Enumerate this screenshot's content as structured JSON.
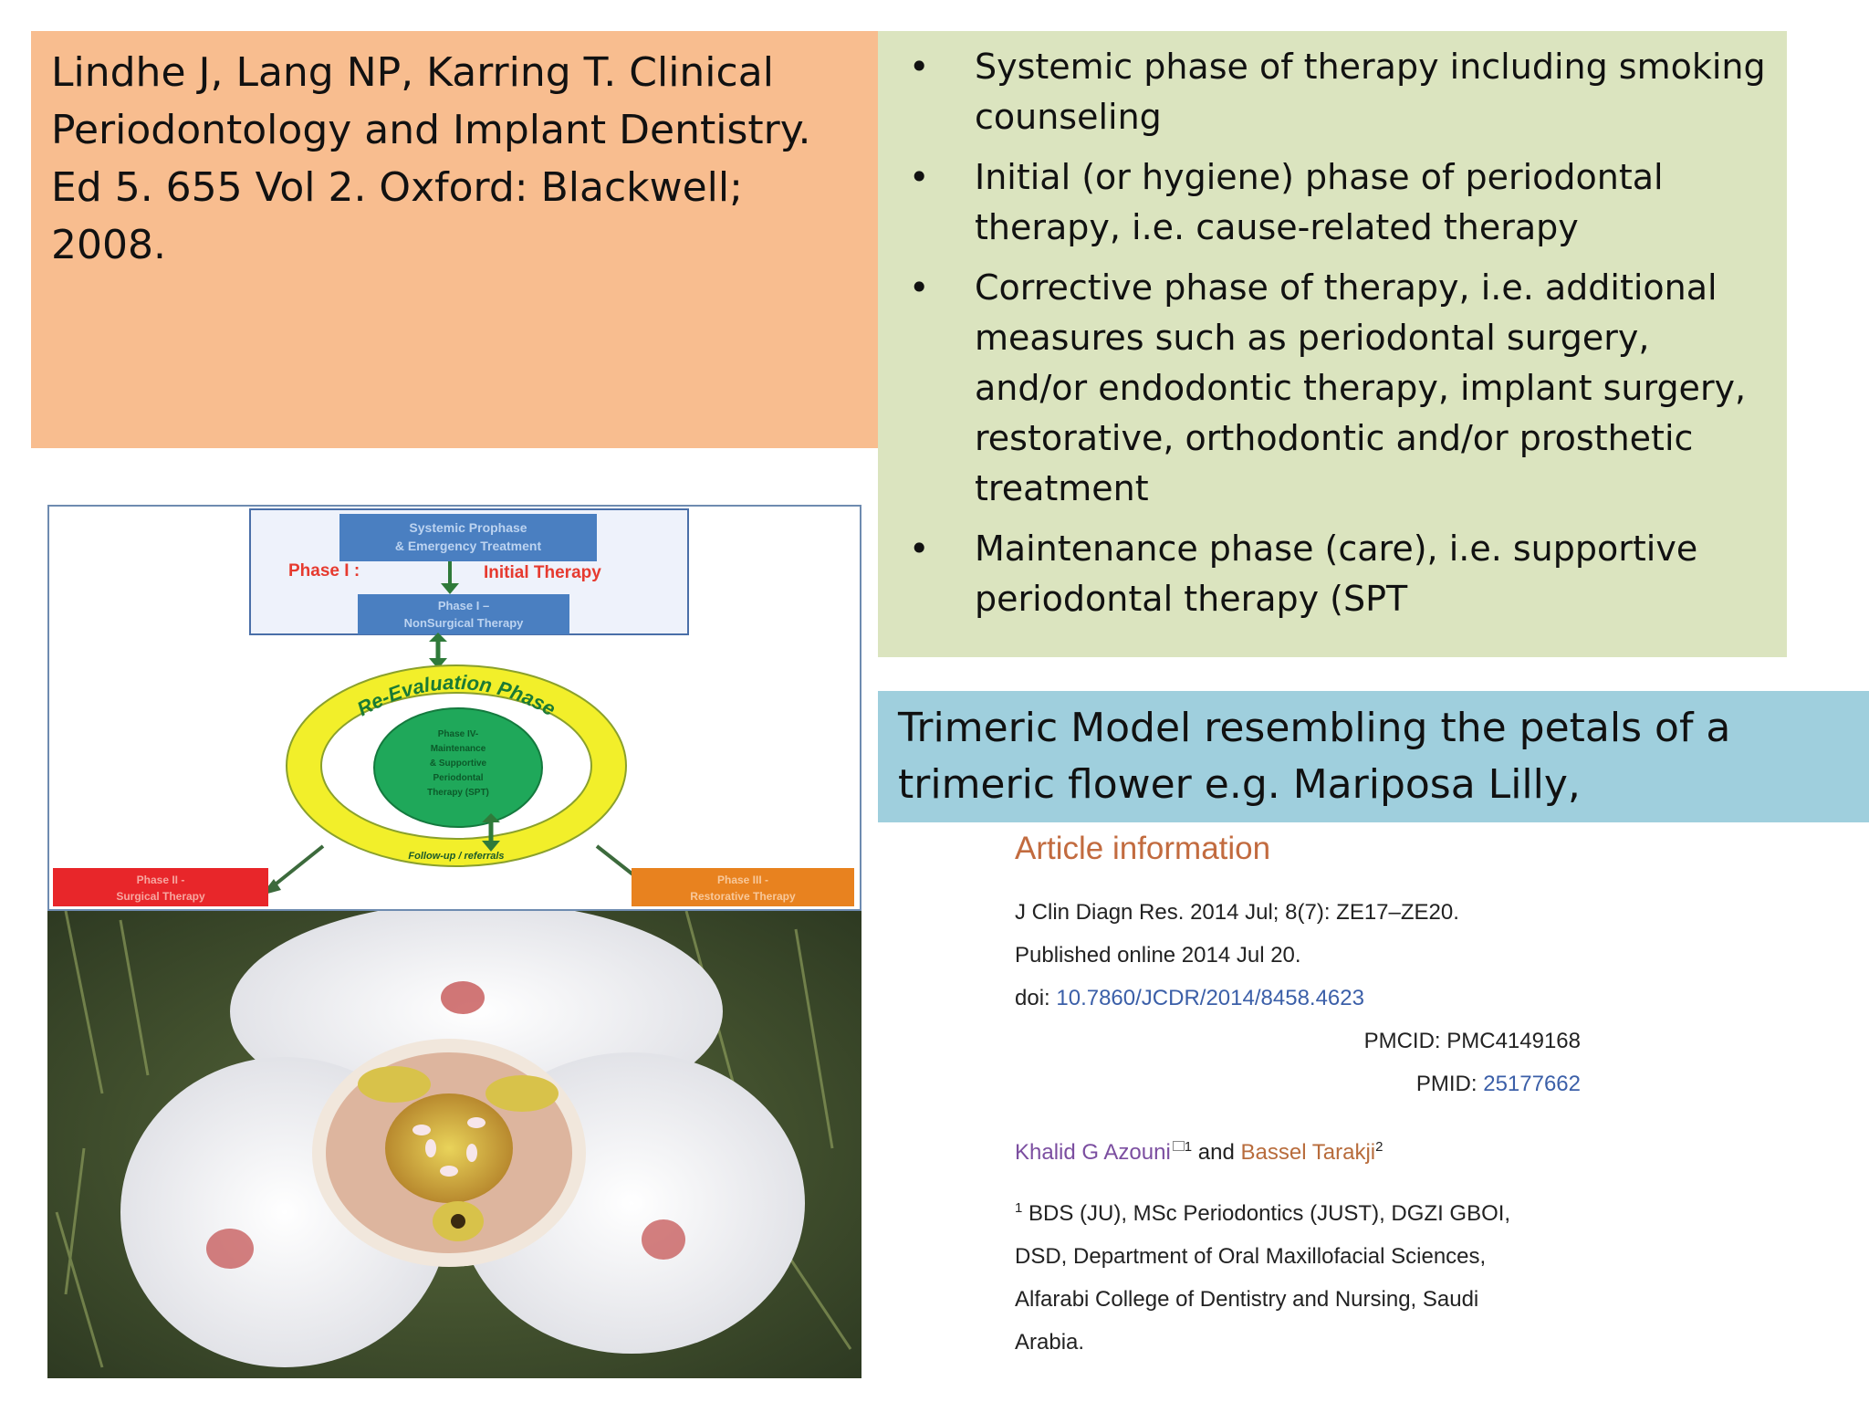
{
  "reference": {
    "text": "Lindhe J, Lang NP, Karring T.  Clinical Periodontology and Implant Dentistry. Ed 5. 655 Vol 2. Oxford: Blackwell; 2008."
  },
  "phases": {
    "bullet": "•",
    "items": [
      "Systemic phase of therapy including smoking counseling",
      "Initial (or hygiene) phase of periodontal therapy, i.e. cause-related therapy",
      "Corrective phase of therapy, i.e. additional measures such as periodontal surgery, and/or endodontic therapy, implant surgery, restorative, orthodontic and/or prosthetic treatment",
      "Maintenance phase (care), i.e. supportive periodontal therapy (SPT"
    ]
  },
  "trimeric": {
    "text": "Trimeric Model resembling the petals of a trimeric flower e.g. Mariposa Lilly,"
  },
  "diagram": {
    "systemic_box": [
      "Systemic Prophase",
      "& Emergency Treatment"
    ],
    "phase1_label": "Phase I :",
    "initial_therapy": "Initial  Therapy",
    "nonsurgical_box": [
      "Phase I –",
      "NonSurgical Therapy"
    ],
    "reeval_label": "Re-Evaluation Phase",
    "maintenance_circle": [
      "Phase IV-",
      "Maintenance",
      "& Supportive",
      "Periodontal",
      "Therapy (SPT)"
    ],
    "followup_label": "Follow-up / referrals",
    "phase2_box": [
      "Phase II -",
      "Surgical Therapy"
    ],
    "phase3_box": [
      "Phase III -",
      "Restorative  Therapy"
    ],
    "colors": {
      "blue_box": "#4a7fc1",
      "yellow_ring": "#f2ef2a",
      "green_circle": "#1fa85a",
      "red_box": "#e8262a",
      "orange_box": "#e8821f",
      "arrow_green": "#2f7a3a"
    }
  },
  "article": {
    "heading": "Article information",
    "journal": "J Clin Diagn Res. 2014 Jul; 8(7): ZE17–ZE20.",
    "published": "Published online 2014 Jul 20.",
    "doi_label": "doi:",
    "doi": "10.7860/JCDR/2014/8458.4623",
    "pmcid": "PMCID: PMC4149168",
    "pmid_label": "PMID:",
    "pmid": "25177662",
    "author1": "Khalid G Azouni",
    "author1_sup": "1",
    "and": "and",
    "author2": "Bassel Tarakji",
    "author2_sup": "2",
    "affiliation_num": "1",
    "affiliation_lines": [
      "BDS (JU), MSc Periodontics (JUST), DGZI GBOI,",
      "DSD, Department of Oral Maxillofacial Sciences,",
      "Alfarabi College of Dentistry and Nursing, Saudi",
      "Arabia."
    ]
  }
}
